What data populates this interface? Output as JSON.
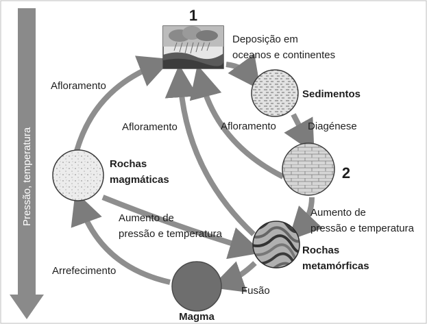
{
  "stage_numbers": {
    "one": "1",
    "two": "2"
  },
  "labels": {
    "deposicao_line1": "Deposição em",
    "deposicao_line2": "oceanos e continentes",
    "sedimentos": "Sedimentos",
    "diagenese": "Diagénese",
    "afloramento_top_left": "Afloramento",
    "afloramento_center": "Afloramento",
    "afloramento_right": "Afloramento",
    "rochas_mag_line1": "Rochas",
    "rochas_mag_line2": "magmáticas",
    "aumento_left_line1": "Aumento de",
    "aumento_left_line2": "pressão e temperatura",
    "aumento_right_line1": "Aumento de",
    "aumento_right_line2": "pressão e temperatura",
    "rochas_met_line1": "Rochas",
    "rochas_met_line2": "metamórficas",
    "arrefecimento": "Arrefecimento",
    "fusao": "Fusão",
    "magma": "Magma"
  },
  "side_axis_label": "Pressão, temperatura",
  "colors": {
    "arrow": "#8e8e8e",
    "arrow_dark": "#6d6d6d",
    "side_arrow": "#8a8a8a",
    "circle_outline": "#3a3a3a",
    "magma_fill": "#6e6e6e",
    "sediment_fill": "#e0e0e0",
    "granite_fill": "#e8e8e8",
    "brick_fill": "#d6d6d6"
  },
  "icons": {
    "stage1": "clouds-rain-landscape-icon",
    "sedimentos": "sediment-layers-icon",
    "stage2": "brick-rock-icon",
    "rochas_magmaticas": "granite-speckle-icon",
    "rochas_metamorficas": "folded-rock-icon",
    "magma": "magma-blob-icon"
  }
}
